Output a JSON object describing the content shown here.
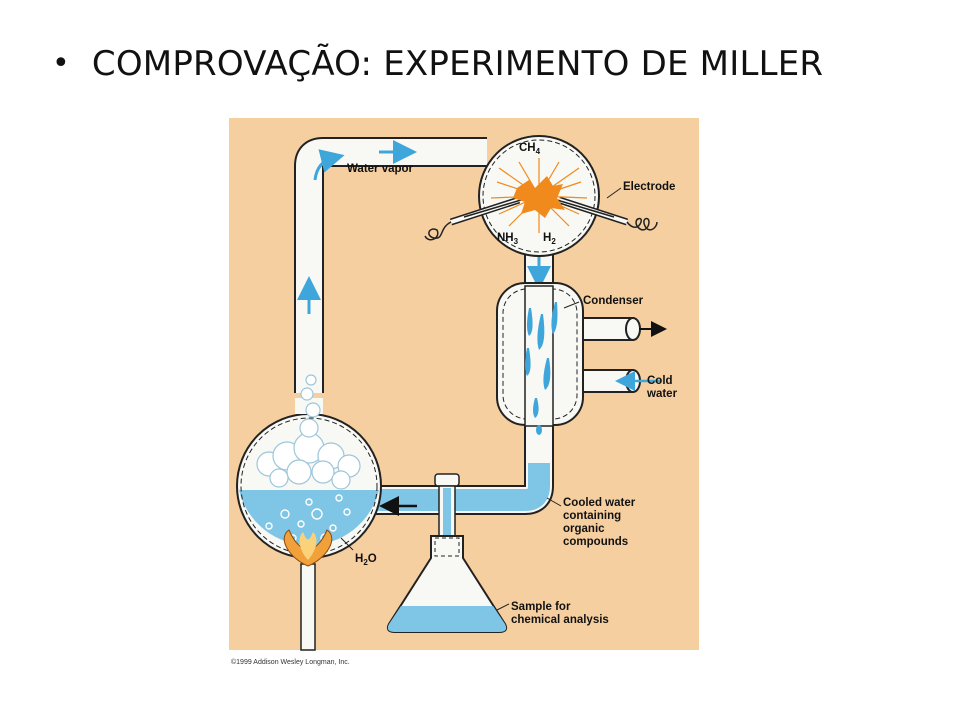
{
  "slide": {
    "bullet": "•",
    "title": "COMPROVAÇÃO: EXPERIMENTO DE MILLER"
  },
  "diagram": {
    "labels": {
      "water_vapor": "Water vapor",
      "ch4": "CH",
      "ch4_sub": "4",
      "nh3": "NH",
      "nh3_sub": "3",
      "h2": "H",
      "h2_sub": "2",
      "electrode": "Electrode",
      "condenser": "Condenser",
      "cold_line1": "Cold",
      "cold_line2": "water",
      "cooled_line1": "Cooled water",
      "cooled_line2": "containing",
      "cooled_line3": "organic",
      "cooled_line4": "compounds",
      "h2o": "H",
      "h2o_sub": "2",
      "h2o_tail": "O",
      "sample_line1": "Sample for",
      "sample_line2": "chemical analysis",
      "copyright": "©1999 Addison Wesley Longman, Inc."
    },
    "colors": {
      "background": "#f6cfa0",
      "glass": "#f8f8f4",
      "water": "#7fc6e6",
      "arrow_blue": "#3fa6dc",
      "spark": "#f08a1c",
      "flame": "#f2a13a"
    }
  }
}
